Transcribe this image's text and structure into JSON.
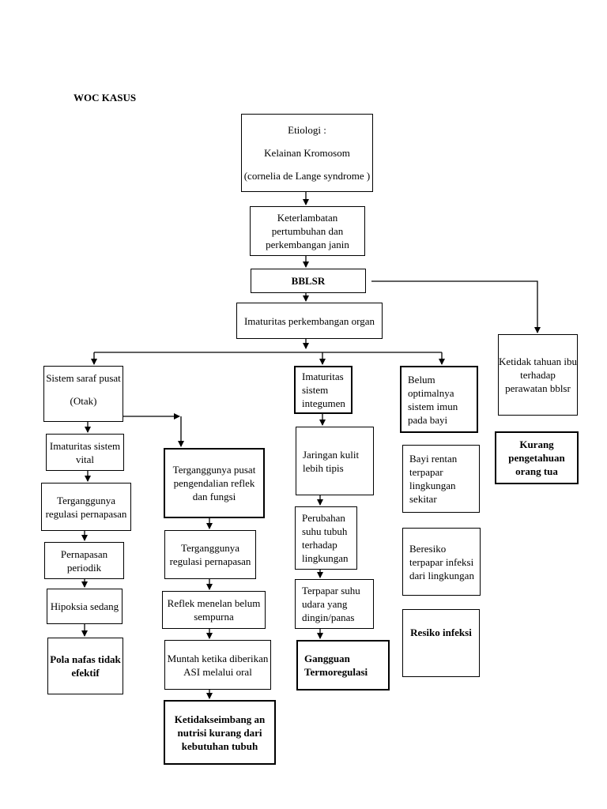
{
  "title": "WOC KASUS",
  "nodes": {
    "etiologi": {
      "label": "Etiologi :",
      "line2": "Kelainan Kromosom",
      "line3": "(cornelia de Lange syndrome )"
    },
    "keterlambatan": "Keterlambatan pertumbuhan dan perkembangan janin",
    "bblsr": "BBLSR",
    "imaturitas_organ": "Imaturitas perkembangan organ",
    "sistem_saraf": {
      "line1": "Sistem saraf pusat",
      "line2": "(Otak)"
    },
    "imaturitas_vital": "Imaturitas sistem vital",
    "terganggu_regulasi_1": "Terganggunya regulasi pernapasan",
    "pernapasan_periodik": "Pernapasan periodik",
    "hipoksia": "Hipoksia sedang",
    "pola_nafas": "Pola nafas tidak efektif",
    "terganggu_pusat": "Terganggunya pusat pengendalian reflek dan fungsi",
    "terganggu_regulasi_2": "Terganggunya regulasi pernapasan",
    "reflek_menelan": "Reflek menelan belum sempurna",
    "muntah": "Muntah ketika diberikan ASI melalui oral",
    "ketidakseimbangan": "Ketidakseimbang an nutrisi kurang dari kebutuhan tubuh",
    "imaturitas_integumen": "Imaturitas sistem integumen",
    "jaringan_kulit": "Jaringan kulit lebih tipis",
    "perubahan_suhu": "Perubahan suhu tubuh terhadap lingkungan",
    "terpapar_suhu": "Terpapar suhu udara yang dingin/panas",
    "gangguan_termo": "Gangguan Termoregulasi",
    "belum_optimal": "Belum optimalnya sistem imun pada bayi",
    "bayi_rentan": "Bayi rentan terpapar lingkungan sekitar",
    "beresiko": "Beresiko terpapar infeksi dari lingkungan",
    "resiko_infeksi": "Resiko infeksi",
    "ketidaktahuan": "Ketidak tahuan ibu terhadap perawatan bblsr",
    "kurang_pengetahuan": "Kurang pengetahuan orang tua"
  }
}
